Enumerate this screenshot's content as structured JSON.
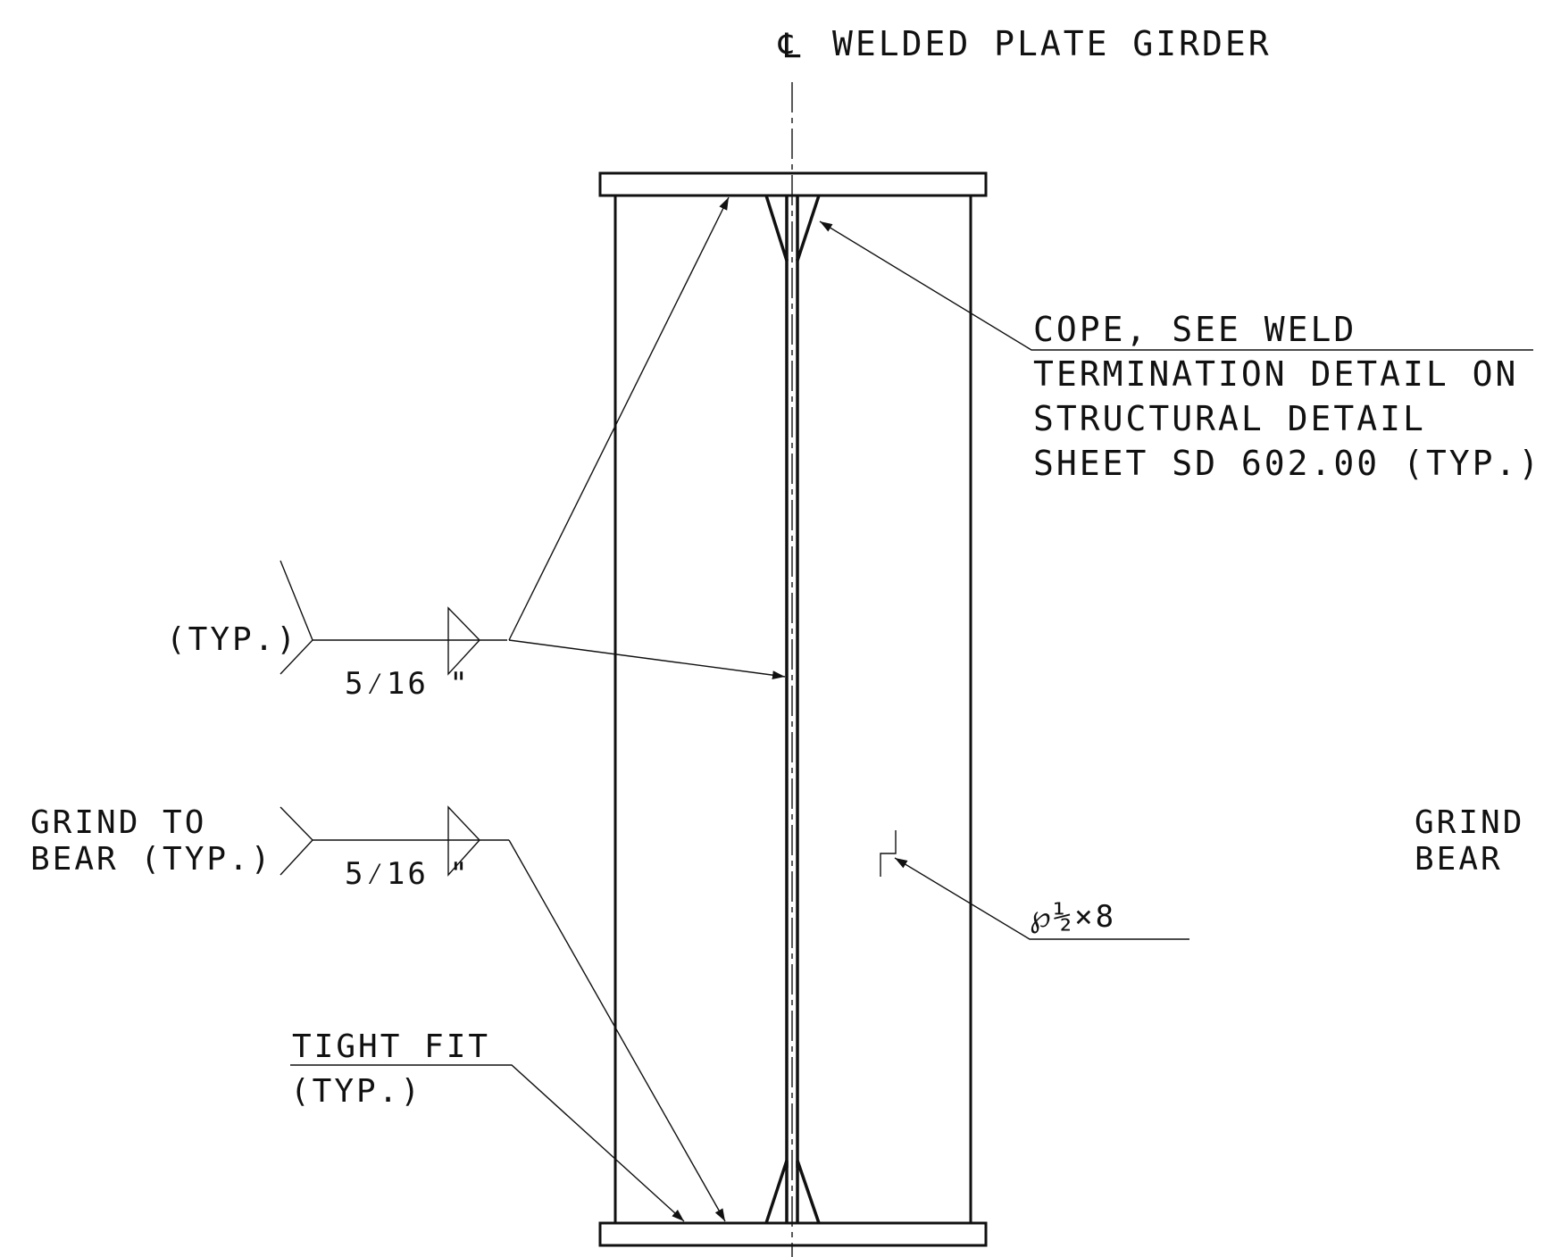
{
  "centerline": {
    "symbol": "℄",
    "label": "WELDED PLATE GIRDER"
  },
  "notes": {
    "cope": {
      "line1": "COPE, SEE WELD",
      "line2": "TERMINATION DETAIL ON",
      "line3": "STRUCTURAL DETAIL",
      "line4": "SHEET SD 602.00 (TYP.)"
    },
    "weld_upper": {
      "tail": "(TYP.)",
      "size": "5⁄16 \""
    },
    "weld_lower": {
      "tail_line1": "GRIND TO",
      "tail_line2": "BEAR (TYP.)",
      "size": "5⁄16 \""
    },
    "plate": {
      "label": "℘½×8"
    },
    "tight_fit": {
      "line1": "TIGHT FIT",
      "line2": "(TYP.)"
    },
    "right_cut": {
      "line1": "GRIND",
      "line2": "BEAR"
    }
  },
  "colors": {
    "ink": "#111111",
    "background": "#ffffff"
  }
}
